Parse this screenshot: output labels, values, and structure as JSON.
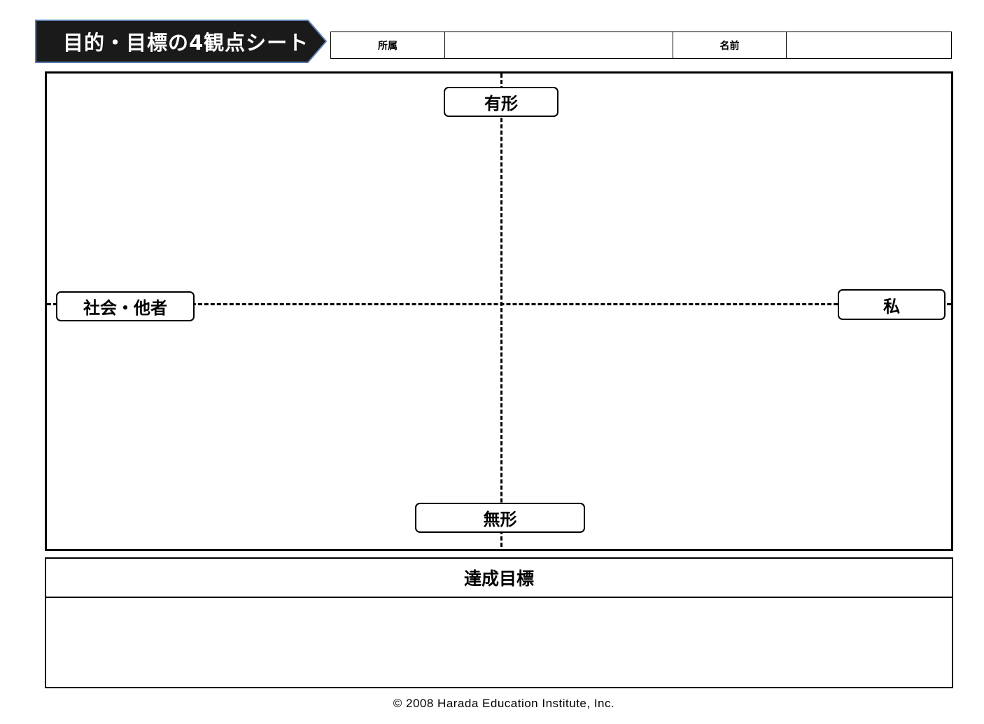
{
  "title": "目的・目標の4観点シート",
  "header": {
    "affiliation_label": "所属",
    "affiliation_value": "",
    "name_label": "名前",
    "name_value": ""
  },
  "axes": {
    "top": "有形",
    "bottom": "無形",
    "left": "社会・他者",
    "right": "私"
  },
  "goal": {
    "heading": "達成目標",
    "value": ""
  },
  "footer": "© 2008 Harada Education Institute, Inc.",
  "colors": {
    "banner": "#1a1a1a",
    "banner_border": "#5a7db0"
  }
}
